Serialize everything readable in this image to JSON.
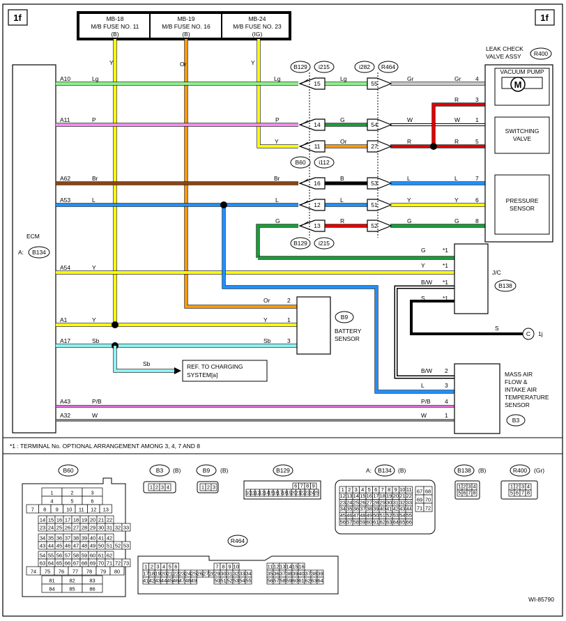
{
  "page": {
    "corner_left": "1f",
    "corner_right": "1f",
    "drawing_id": "WI-85790"
  },
  "fuses": [
    {
      "id": "MB-18",
      "name": "M/B FUSE NO. 11",
      "color": "(B)"
    },
    {
      "id": "MB-19",
      "name": "M/B FUSE NO. 16",
      "color": "(B)"
    },
    {
      "id": "MB-24",
      "name": "M/B FUSE NO. 23",
      "color": "(IG)"
    }
  ],
  "fuse_wire_colors": [
    "Y",
    "Or",
    "Y"
  ],
  "ecm": {
    "label": "ECM",
    "connector_prefix": "A:",
    "connector": "B134"
  },
  "ecm_pins": [
    {
      "pin": "A10",
      "wire": "Lg"
    },
    {
      "pin": "A11",
      "wire": "P"
    },
    {
      "pin": "A62",
      "wire": "Br"
    },
    {
      "pin": "A53",
      "wire": "L"
    },
    {
      "pin": "A54",
      "wire": "Y"
    },
    {
      "pin": "A1",
      "wire": "Y"
    },
    {
      "pin": "A17",
      "wire": "Sb"
    },
    {
      "pin": "A43",
      "wire": "P/B"
    },
    {
      "pin": "A32",
      "wire": "W"
    }
  ],
  "connector_tags": {
    "b129": "B129",
    "i215": "i215",
    "i282": "i282",
    "r464": "R464",
    "b60": "B60",
    "i112": "i112"
  },
  "pins_left": [
    "15",
    "14",
    "11",
    "16",
    "12",
    "13"
  ],
  "pins_right": [
    "55",
    "54",
    "27",
    "53",
    "51",
    "52"
  ],
  "wire_mid": {
    "pre": [
      "Lg",
      "P",
      "Y",
      "Br",
      "L",
      "G"
    ],
    "mid": [
      "Lg",
      "G",
      "Or",
      "B",
      "L",
      "R"
    ],
    "post": [
      "Gr",
      "W",
      "R",
      "L",
      "Y",
      "G"
    ],
    "end": [
      "Gr",
      "R",
      "W",
      "R",
      "L",
      "Y",
      "G"
    ]
  },
  "leak_check": {
    "title": "LEAK CHECK",
    "title2": "VALVE ASSY",
    "connector": "R400",
    "pump": "VACUUM PUMP",
    "switching": [
      "SWITCHING",
      "VALVE"
    ],
    "pressure": [
      "PRESSURE",
      "SENSOR"
    ],
    "terms": [
      "4",
      "3",
      "1",
      "5",
      "7",
      "6",
      "8"
    ],
    "motor": "M"
  },
  "jc": {
    "label": "J/C",
    "connector": "B138",
    "wires": [
      "G",
      "Y",
      "B/W",
      "S"
    ],
    "mark": "*1",
    "out_wire": "S",
    "ref": "C",
    "ref_page": "1j"
  },
  "battery": {
    "label": [
      "BATTERY",
      "SENSOR"
    ],
    "connector": "B9",
    "wires": [
      "Or",
      "Y",
      "Sb"
    ],
    "terms": [
      "2",
      "1",
      "3"
    ]
  },
  "charging": {
    "wire": "Sb",
    "label": [
      "REF. TO CHARGING",
      "SYSTEM[a]"
    ]
  },
  "maf": {
    "label": [
      "MASS AIR",
      "FLOW &",
      "INTAKE AIR",
      "TEMPERATURE",
      "SENSOR"
    ],
    "connector": "B3",
    "wires": [
      "B/W",
      "L",
      "P/B",
      "W"
    ],
    "terms": [
      "2",
      "3",
      "4",
      "1"
    ]
  },
  "footnote": "*1  : TERMINAL No. OPTIONAL ARRANGEMENT AMONG 3, 4, 7 AND 8",
  "legend": {
    "b60": "B60",
    "b3": "B3",
    "b3c": "(B)",
    "b9": "B9",
    "b9c": "(B)",
    "b129": "B129",
    "a_prefix": "A:",
    "b134": "B134",
    "b134c": "(B)",
    "b138": "B138",
    "b138c": "(B)",
    "r400": "R400",
    "r400c": "(Gr)",
    "r464": "R464"
  },
  "colors": {
    "Lg": "#8ef08e",
    "P": "#f08cf0",
    "Y": "#ffff00",
    "Br": "#8b4513",
    "L": "#1e90ff",
    "G": "#1a9c3a",
    "Gr": "#c8c8c8",
    "R": "#e00000",
    "B": "#000000",
    "Or": "#ff9900",
    "W": "#ffffff",
    "Sb": "#8ef2f2",
    "PB": "#e070e0"
  }
}
